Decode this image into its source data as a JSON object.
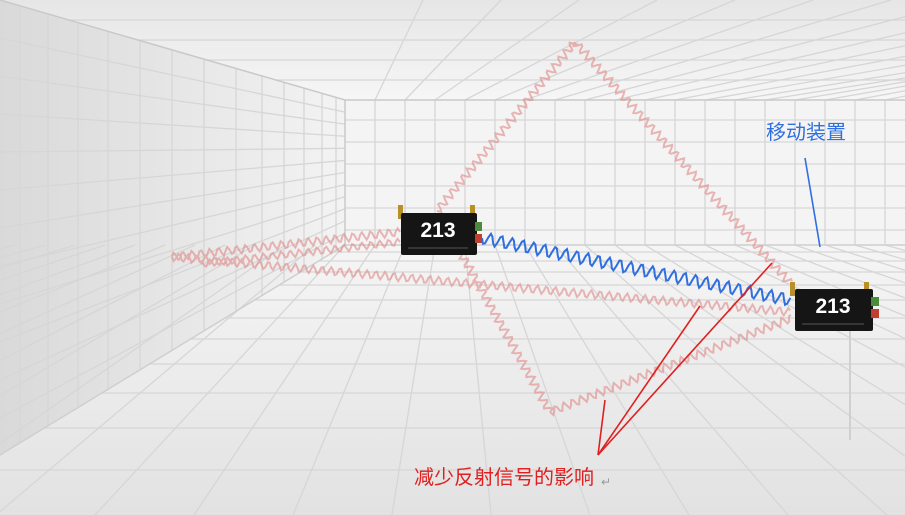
{
  "labels": {
    "mobile_device": "移动装置",
    "reduce_reflection": "减少反射信号的影响"
  },
  "devices": [
    {
      "id": "fixed-device",
      "number": "213"
    },
    {
      "id": "mobile-device",
      "number": "213"
    }
  ],
  "colors": {
    "direct_signal": "#2f6fe0",
    "reflected_signal": "#e08a8a",
    "annotation_red": "#e02020",
    "annotation_blue": "#2f6fe0",
    "grid": "#d6d6d6",
    "device_body": "#151515",
    "device_text": "#ffffff"
  },
  "icons": [
    "return-mark-icon"
  ]
}
